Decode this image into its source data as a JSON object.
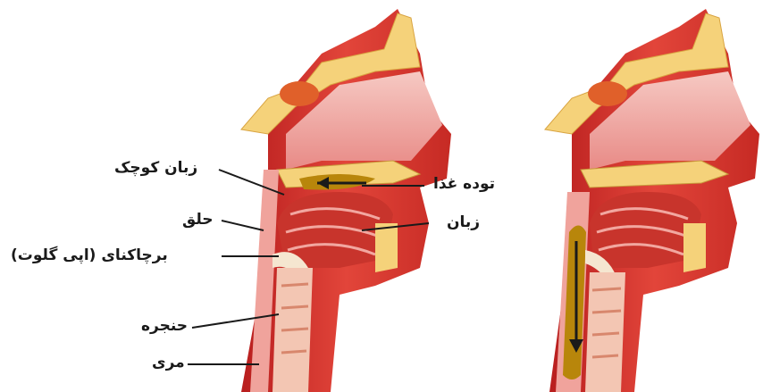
{
  "labels": {
    "uvula": "زبان کوچک",
    "pharynx": "حلق",
    "epiglottis": "برچاکنای (اپی گلوت)",
    "larynx": "حنجره",
    "esophagus": "مری",
    "food_bolus": "توده غذا",
    "tongue": "زبان"
  },
  "colors": {
    "tissue_red": "#d9302a",
    "soft_pink": "#f3b3b3",
    "bone": "#f5d27a",
    "bolus": "#b8860b",
    "line": "#1a1a1a"
  }
}
